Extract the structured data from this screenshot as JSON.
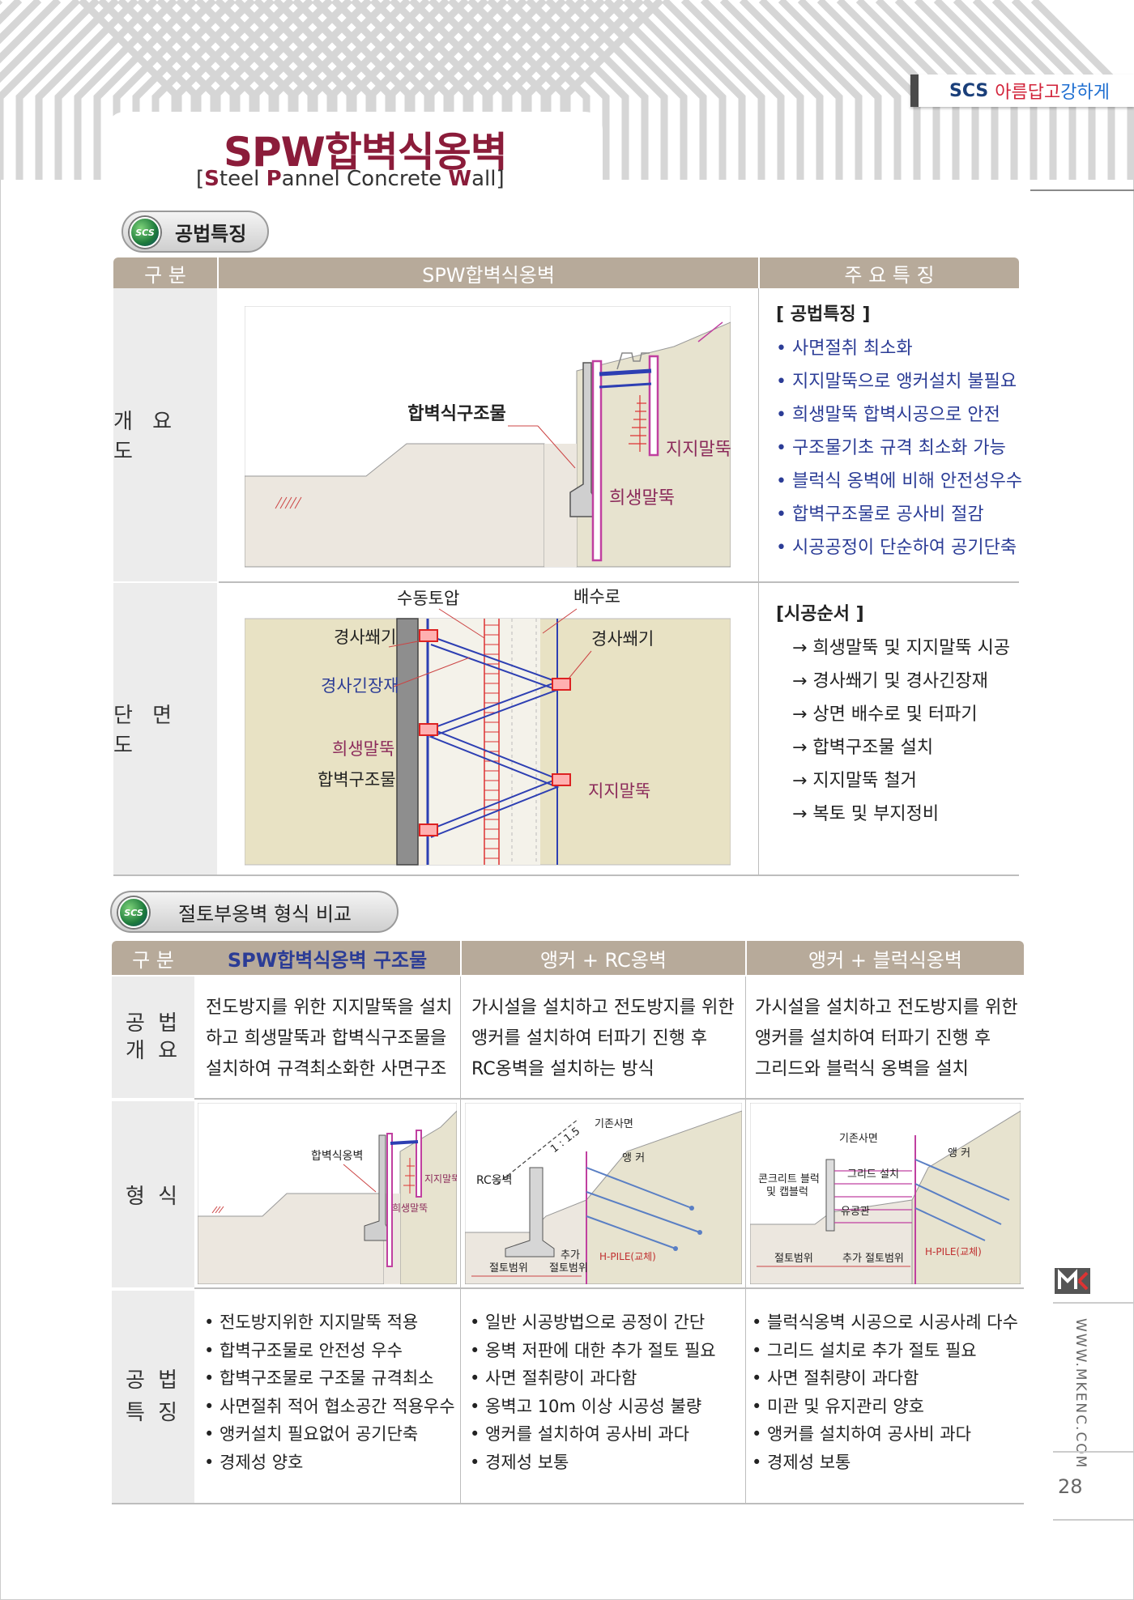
{
  "brand": {
    "part1": "SCS",
    "part2": "아름답고",
    "part3": "강하게"
  },
  "title": {
    "main": "SPW합벽식옹벽",
    "sub_open": "[",
    "s1": "S",
    "s1r": "teel ",
    "s2": "P",
    "s2r": "annel  Concrete ",
    "s3": "W",
    "s3r": "all]"
  },
  "section1": {
    "pill_icon": "SCS",
    "pill_label": "공법특징",
    "headers": [
      "구 분",
      "SPW합벽식옹벽",
      "주 요 특 징"
    ],
    "rows": [
      {
        "label": "개 요 도"
      },
      {
        "label": "단 면 도"
      }
    ],
    "overview_diagram": {
      "structure": "합벽식구조물",
      "support_pile": "지지말뚝",
      "sacrificial_pile": "희생말뚝"
    },
    "section_diagram": {
      "passive": "수동토압",
      "drain": "배수로",
      "wedge_left": "경사쐐기",
      "wedge_right": "경사쐐기",
      "tension": "경사긴장재",
      "sacrificial": "희생말뚝",
      "structure": "합벽구조물",
      "support": "지지말뚝"
    },
    "features_heading": "[ 공법특징 ]",
    "features": [
      "• 사면절취 최소화",
      "• 지지말뚝으로 앵커설치 불필요",
      "• 희생말뚝 합벽시공으로 안전",
      "• 구조물기초 규격 최소화 가능",
      "• 블럭식 옹벽에 비해 안전성우수",
      "• 합벽구조물로 공사비 절감",
      "• 시공공정이 단순하여 공기단축"
    ],
    "sequence_heading": "[시공순서 ]",
    "sequence": [
      "→ 희생말뚝 및 지지말뚝 시공",
      "→ 경사쐐기 및 경사긴장재",
      "→ 상면 배수로 및 터파기",
      "→ 합벽구조물 설치",
      "→ 지지말뚝 철거",
      "→ 복토 및 부지정비"
    ]
  },
  "section2": {
    "pill_icon": "SCS",
    "pill_label": "절토부옹벽 형식 비교",
    "headers": [
      "구 분",
      "SPW합벽식옹벽 구조물",
      "앵커 + RC옹벽",
      "앵커 + 블럭식옹벽"
    ],
    "row_labels": {
      "overview_1": "공  법",
      "overview_2": "개  요",
      "form": "형  식",
      "feature_1": "공  법",
      "feature_2": "특  징"
    },
    "overview": [
      [
        "전도방지를 위한 지지말뚝을 설치",
        "하고 희생말뚝과 합벽식구조물을",
        "설치하여 규격최소화한 사면구조"
      ],
      [
        "가시설을 설치하고 전도방지를 위한",
        "앵커를 설치하여 터파기 진행 후",
        "RC옹벽을 설치하는 방식"
      ],
      [
        "가시설을 설치하고 전도방지를 위한",
        "앵커를 설치하여 터파기 진행 후",
        "그리드와 블럭식 옹벽을 설치"
      ]
    ],
    "form_labels": {
      "spw": {
        "wall": "합벽식옹벽",
        "support": "지지말뚝",
        "sacrificial": "희생말뚝"
      },
      "rc": {
        "existing": "기존사면",
        "slope": "1 : 1.5",
        "anchor": "앵 커",
        "wall": "RC옹벽",
        "extra": "추가",
        "range": "절토범위",
        "range2": "절토범위",
        "hpile": "H-PILE(교체)"
      },
      "block": {
        "existing": "기존사면",
        "anchor": "앵 커",
        "block1": "콘크리트 블럭",
        "block2": "및 캡블럭",
        "grid": "그리드 설치",
        "drain": "유공관",
        "range": "절토범위",
        "extra_range": "추가 절토범위",
        "hpile": "H-PILE(교체)"
      }
    },
    "features": [
      [
        "• 전도방지위한 지지말뚝 적용",
        "• 합벽구조물로 안전성 우수",
        "• 합벽구조물로 구조물 규격최소",
        "• 사면절취 적어 협소공간 적용우수",
        "• 앵커설치 필요없어 공기단축",
        "• 경제성 양호"
      ],
      [
        "• 일반 시공방법으로 공정이 간단",
        "• 옹벽 저판에 대한 추가 절토 필요",
        "• 사면 절취량이 과다함",
        "• 옹벽고 10m 이상 시공성 불량",
        "• 앵커를 설치하여 공사비 과다",
        "• 경제성 보통"
      ],
      [
        "• 블럭식옹벽 시공으로 시공사례 다수",
        "• 그리드 설치로 추가 절토 필요",
        "• 사면 절취량이 과다함",
        "• 미관 및 유지관리 양호",
        "• 앵커를 설치하여 공사비 과다",
        "• 경제성 보통"
      ]
    ]
  },
  "side": {
    "url": "WWW.MKENC.COM",
    "page": "28"
  }
}
